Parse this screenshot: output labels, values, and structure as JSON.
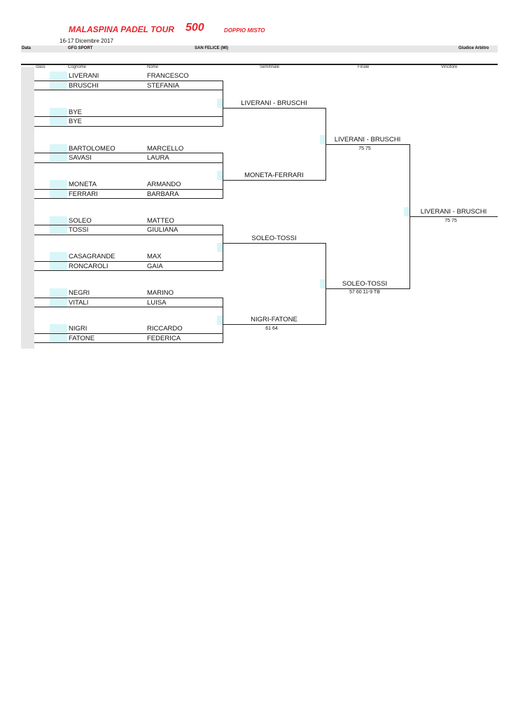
{
  "header": {
    "title": "MALASPINA PADEL TOUR",
    "title_number": "500",
    "subtitle": "DOPPIO MISTO",
    "dates": "16-17 Dicembre 2017",
    "label_data": "Data",
    "club": "GFG SPORT",
    "location": "SAN FELICE (MI)",
    "referee_label": "Giudice Arbitro"
  },
  "columns": {
    "class": "class",
    "surname": "Cognome",
    "name": "Nome",
    "semifinal": "Semifinale",
    "final": "Finale",
    "winner": "Vincitore"
  },
  "draw": [
    {
      "surname": "LIVERANI",
      "name": "FRANCESCO"
    },
    {
      "surname": "BRUSCHI",
      "name": "STEFANIA"
    },
    {
      "surname": "BYE",
      "name": ""
    },
    {
      "surname": "BYE",
      "name": ""
    },
    {
      "surname": "BARTOLOMEO",
      "name": "MARCELLO"
    },
    {
      "surname": "SAVASI",
      "name": "LAURA"
    },
    {
      "surname": "MONETA",
      "name": "ARMANDO"
    },
    {
      "surname": "FERRARI",
      "name": "BARBARA"
    },
    {
      "surname": "SOLEO",
      "name": "MATTEO"
    },
    {
      "surname": "TOSSI",
      "name": "GIULIANA"
    },
    {
      "surname": "CASAGRANDE",
      "name": "MAX"
    },
    {
      "surname": "RONCAROLI",
      "name": "GAIA"
    },
    {
      "surname": "NEGRI",
      "name": "MARINO"
    },
    {
      "surname": "VITALI",
      "name": "LUISA"
    },
    {
      "surname": "NIGRI",
      "name": "RICCARDO"
    },
    {
      "surname": "FATONE",
      "name": "FEDERICA"
    }
  ],
  "round2": [
    {
      "team": "LIVERANI - BRUSCHI",
      "score": ""
    },
    {
      "team": "MONETA-FERRARI",
      "score": ""
    },
    {
      "team": "SOLEO-TOSSI",
      "score": ""
    },
    {
      "team": "NIGRI-FATONE",
      "score": "61 64"
    }
  ],
  "semifinal": [
    {
      "team": "LIVERANI - BRUSCHI",
      "score": "75 75"
    },
    {
      "team": "SOLEO-TOSSI",
      "score": "57 60 11-9 TB"
    }
  ],
  "final": {
    "team": "LIVERANI - BRUSCHI",
    "score": "75 75"
  },
  "colors": {
    "accent_red": "#e8242b",
    "seed_cyan": "#d8f6f8",
    "band_gray": "#e6e6e6"
  }
}
